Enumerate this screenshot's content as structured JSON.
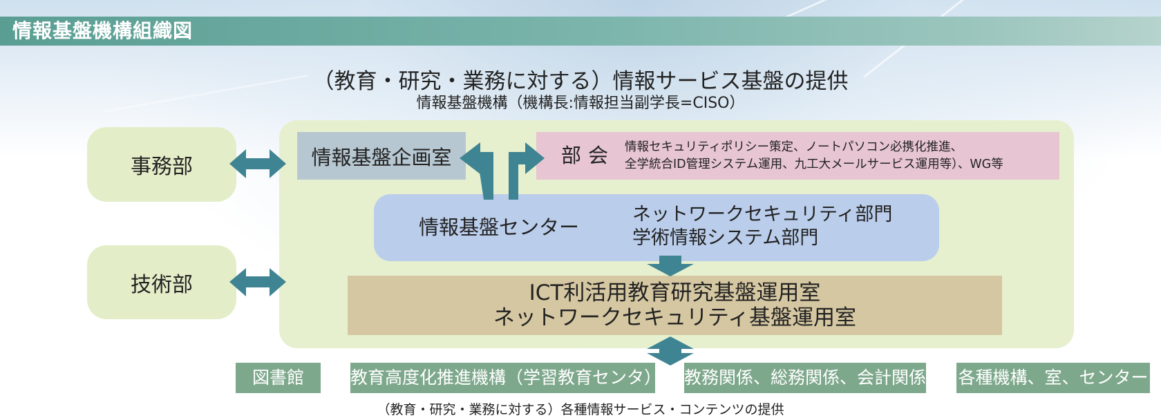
{
  "header": {
    "title": "情報基盤機構組織図"
  },
  "top": {
    "heading": "（教育・研究・業務に対する）情報サービス基盤の提供",
    "subheading": "情報基盤機構（機構長:情報担当副学長=CISO）"
  },
  "side": {
    "admin": "事務部",
    "tech": "技術部"
  },
  "planning_office": "情報基盤企画室",
  "committee": {
    "label": "部会",
    "desc_line1": "情報セキュリティポリシー策定、ノートパソコン必携化推進、",
    "desc_line2": "全学統合ID管理システム運用、九工大メールサービス運用等）、WG等"
  },
  "center": {
    "name": "情報基盤センター",
    "dept1": "ネットワークセキュリティ部門",
    "dept2": "学術情報システム部門"
  },
  "operations": {
    "line1": "ICT利活用教育研究基盤運用室",
    "line2": "ネットワークセキュリティ基盤運用室"
  },
  "bottom_units": [
    "図書館",
    "教育高度化推進機構（学習教育センタ）",
    "教務関係、総務関係、会計関係",
    "各種機構、室、センター"
  ],
  "bottom_caption": "（教育・研究・業務に対する）各種情報サービス・コンテンツの提供",
  "colors": {
    "header_band": "#6aa89e",
    "side_boxes": "#e3eec8",
    "main_panel": "#e6f0cf",
    "planning_office": "#b7c7d1",
    "committee": "#e7c5d2",
    "center": "#bacdeb",
    "operations": "#d5c7a1",
    "bottom_units": "#7ea88c",
    "arrows": "#3f8492"
  }
}
